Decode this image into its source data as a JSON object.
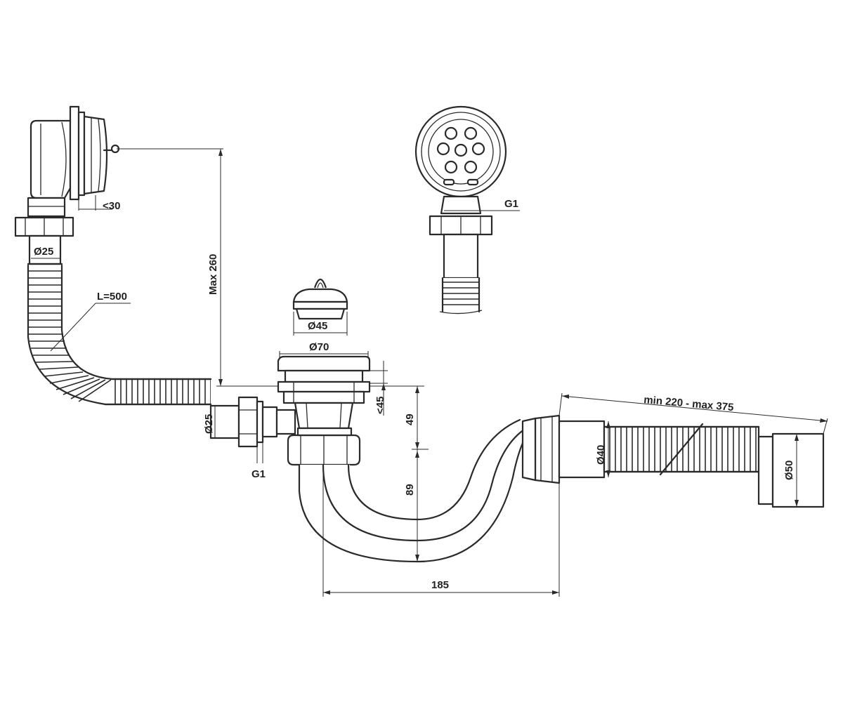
{
  "labels": {
    "overflow_depth": "<30",
    "overflow_dia": "Ø25",
    "hose_length": "L=500",
    "height_max": "Max 260",
    "plug_dia": "Ø45",
    "outlet_dia": "Ø70",
    "outlet_depth": "<45",
    "dim_49": "49",
    "dim_89": "89",
    "dim_185": "185",
    "inlet_dia": "Ø25",
    "inlet_thread": "G1",
    "grate_thread": "G1",
    "pipe_dia_40": "Ø40",
    "pipe_dia_50": "Ø50",
    "pipe_length": "min 220 - max 375"
  }
}
